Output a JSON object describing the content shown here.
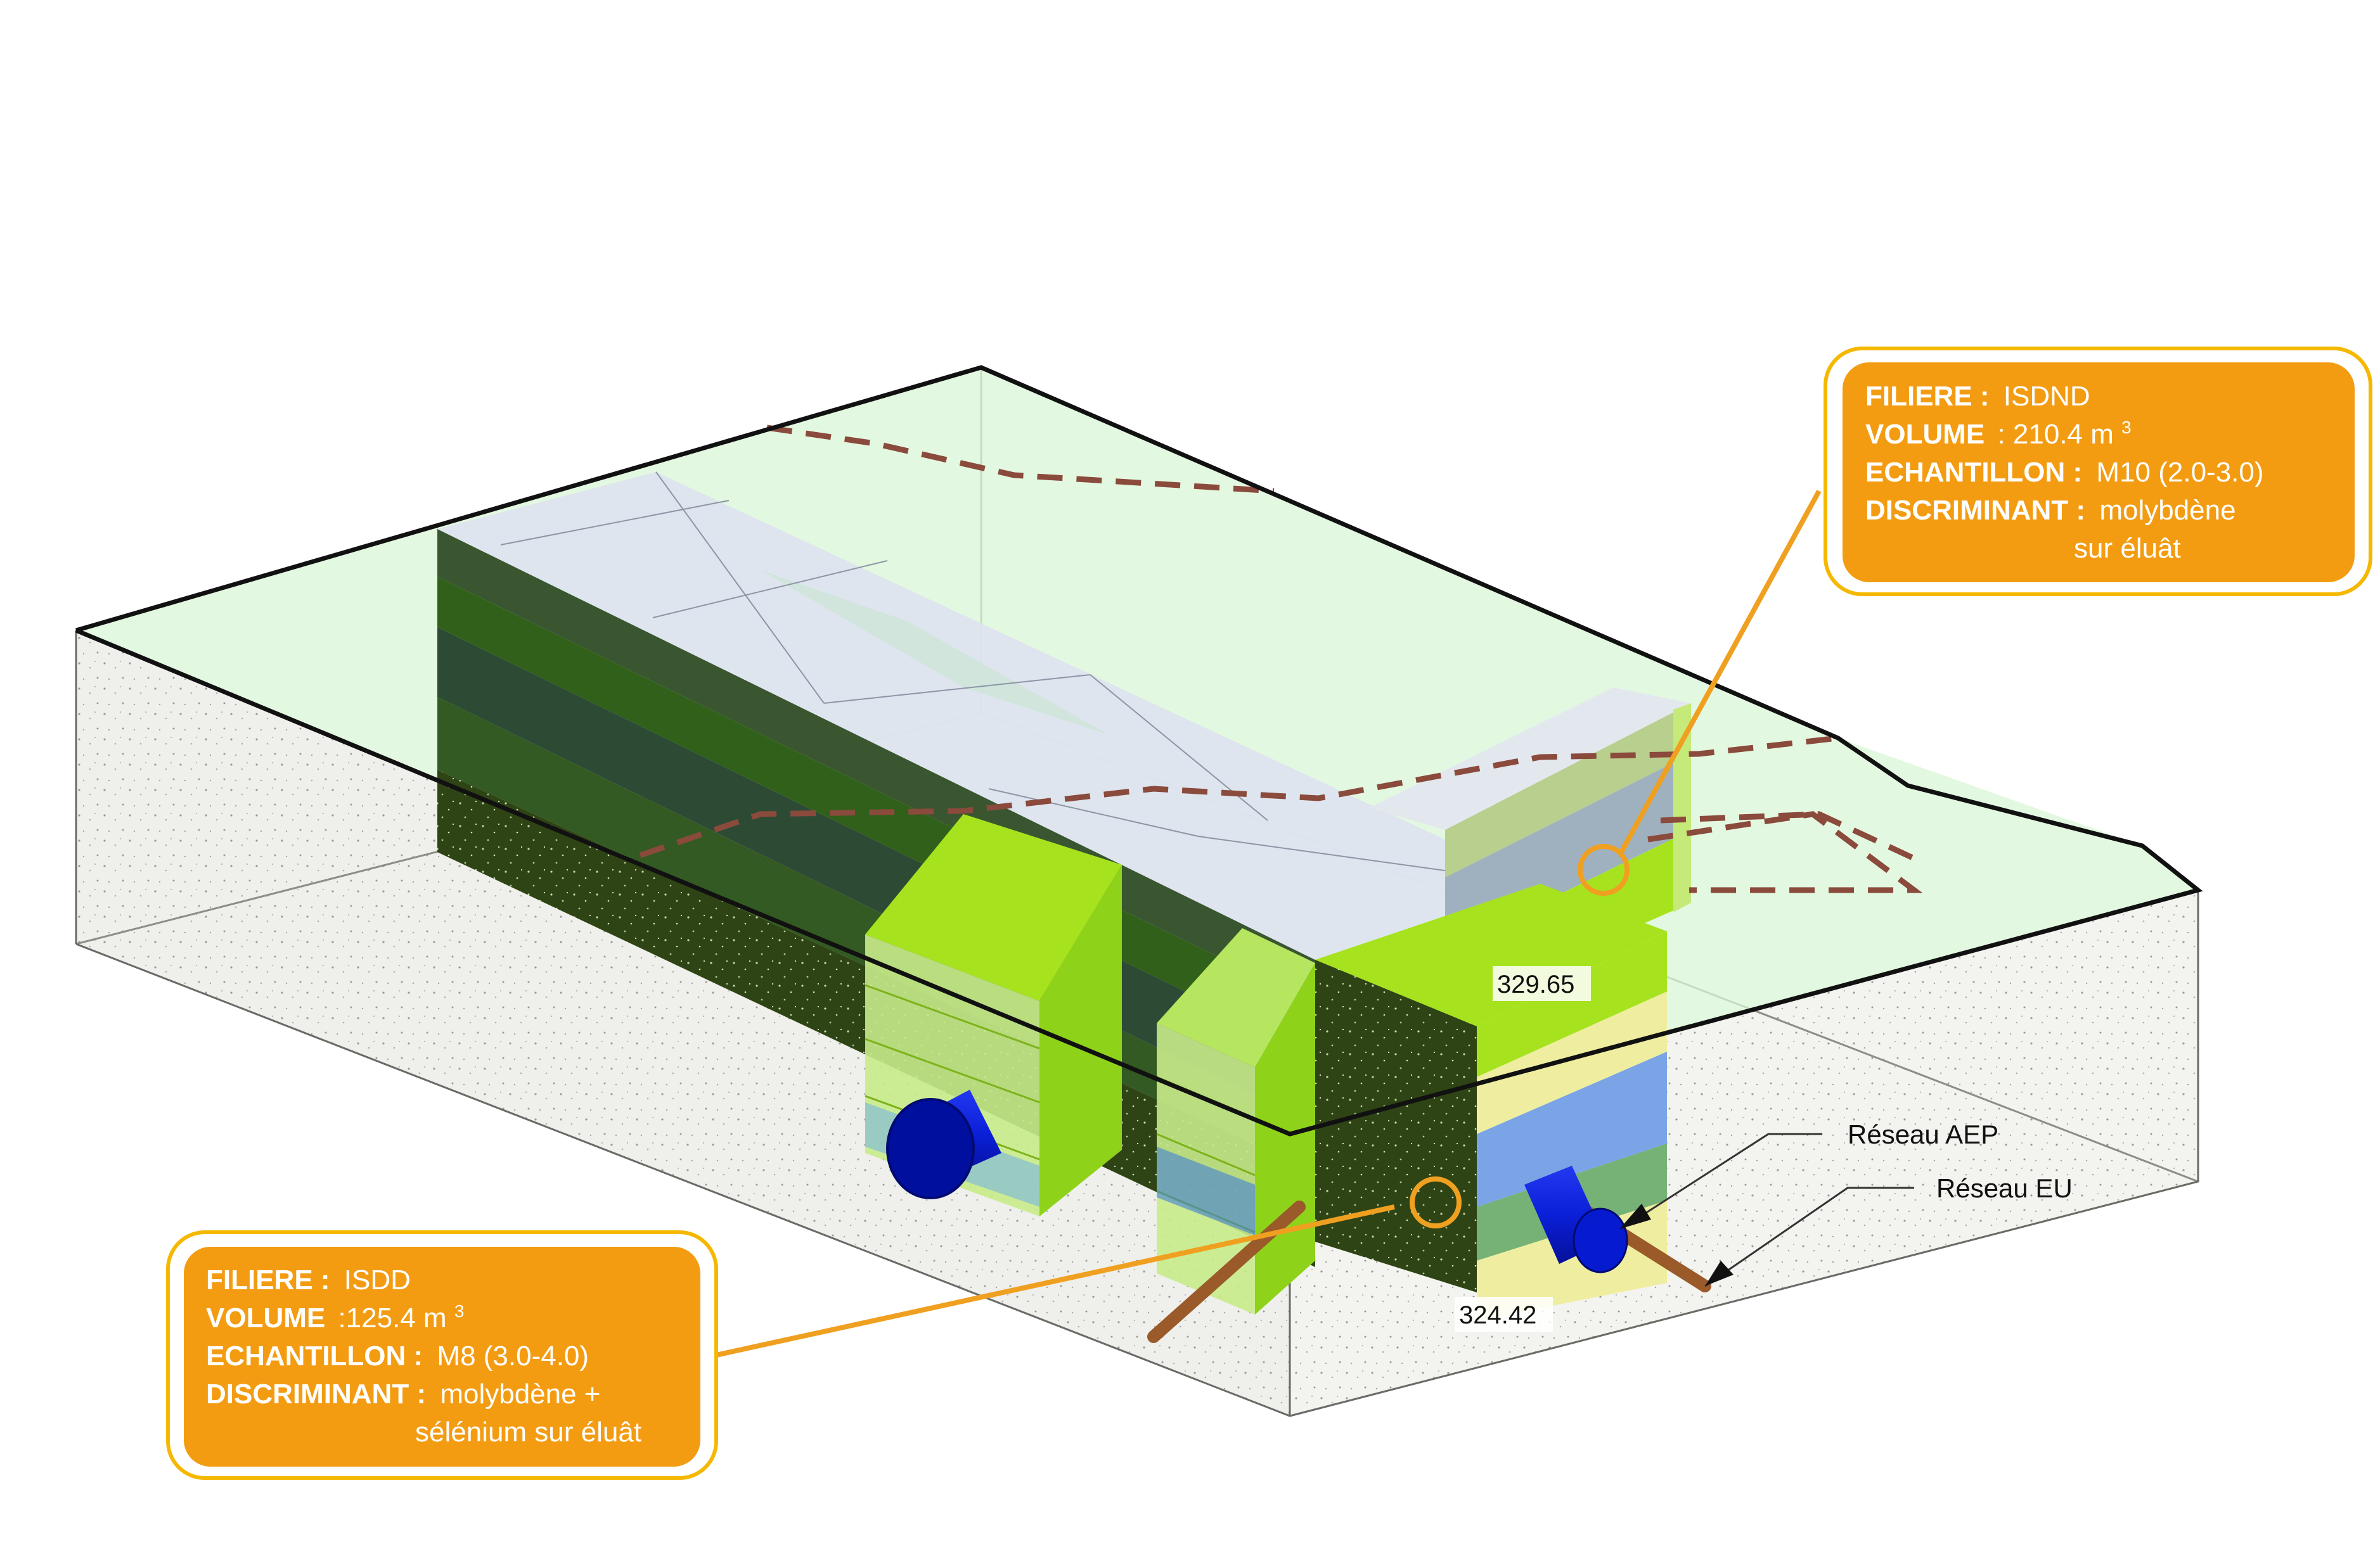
{
  "colors": {
    "callout_fill": "#f39c12",
    "callout_border": "#f5b800",
    "leader": "#f0a020",
    "ground_green": "#e3f9e1",
    "soil_grey": "#f1f2ee",
    "lime": "#a6e31e",
    "dark_green": "#356b12",
    "pipe_blue": "#0a1fd8",
    "pipe_copper": "#b06a36",
    "dashed_line": "#8a4a3c"
  },
  "callouts": [
    {
      "id": "isdnd",
      "filiere_key": "FILIERE :",
      "filiere_val": "ISDND",
      "volume_key": "VOLUME",
      "volume_val": ": 210.4 m",
      "volume_exp": "3",
      "echantillon_key": "ECHANTILLON :",
      "echantillon_val": "M10 (2.0-3.0)",
      "discriminant_key": "DISCRIMINANT :",
      "discriminant_val": "molybdène",
      "discriminant_val2": "sur éluât"
    },
    {
      "id": "isdd",
      "filiere_key": "FILIERE :",
      "filiere_val": "ISDD",
      "volume_key": "VOLUME",
      "volume_val": ":125.4 m",
      "volume_exp": "3",
      "echantillon_key": "ECHANTILLON :",
      "echantillon_val": "M8 (3.0-4.0)",
      "discriminant_key": "DISCRIMINANT :",
      "discriminant_val": "molybdène +",
      "discriminant_val2": "sélénium sur éluât"
    }
  ],
  "labels": {
    "reseau_aep": "Réseau AEP",
    "reseau_eu": "Réseau EU"
  },
  "elevations": {
    "top": "329.65",
    "bottom": "324.42"
  }
}
